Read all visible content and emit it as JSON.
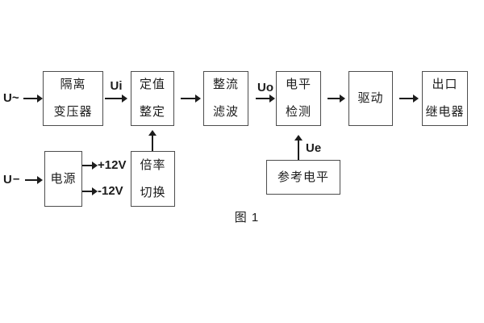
{
  "caption": "图 1",
  "colors": {
    "background": "#ffffff",
    "box_border": "#4d4d4d",
    "line": "#1c1c1c",
    "text": "#1c1c1c"
  },
  "boxes": [
    {
      "name": "isolation-transformer",
      "lines": [
        "隔离",
        "变压器"
      ]
    },
    {
      "name": "value-setting",
      "lines": [
        "定值",
        "整定"
      ]
    },
    {
      "name": "rectifier-filter",
      "lines": [
        "整流",
        "滤波"
      ]
    },
    {
      "name": "level-detection",
      "lines": [
        "电平",
        "检测"
      ]
    },
    {
      "name": "drive",
      "lines": [
        "驱动"
      ]
    },
    {
      "name": "output-relay",
      "lines": [
        "出口",
        "继电器"
      ]
    },
    {
      "name": "power-supply",
      "lines": [
        "电源"
      ]
    },
    {
      "name": "ratio-switching",
      "lines": [
        "倍率",
        "切换"
      ]
    },
    {
      "name": "reference-level",
      "lines": [
        "参考电平"
      ]
    }
  ],
  "signals": {
    "ac_input": "U~",
    "dc_input": "U",
    "dc_dash": "–",
    "ui": "Ui",
    "uo": "Uo",
    "ue": "Ue",
    "rail_positive": "+12V",
    "rail_negative": "-12V"
  }
}
